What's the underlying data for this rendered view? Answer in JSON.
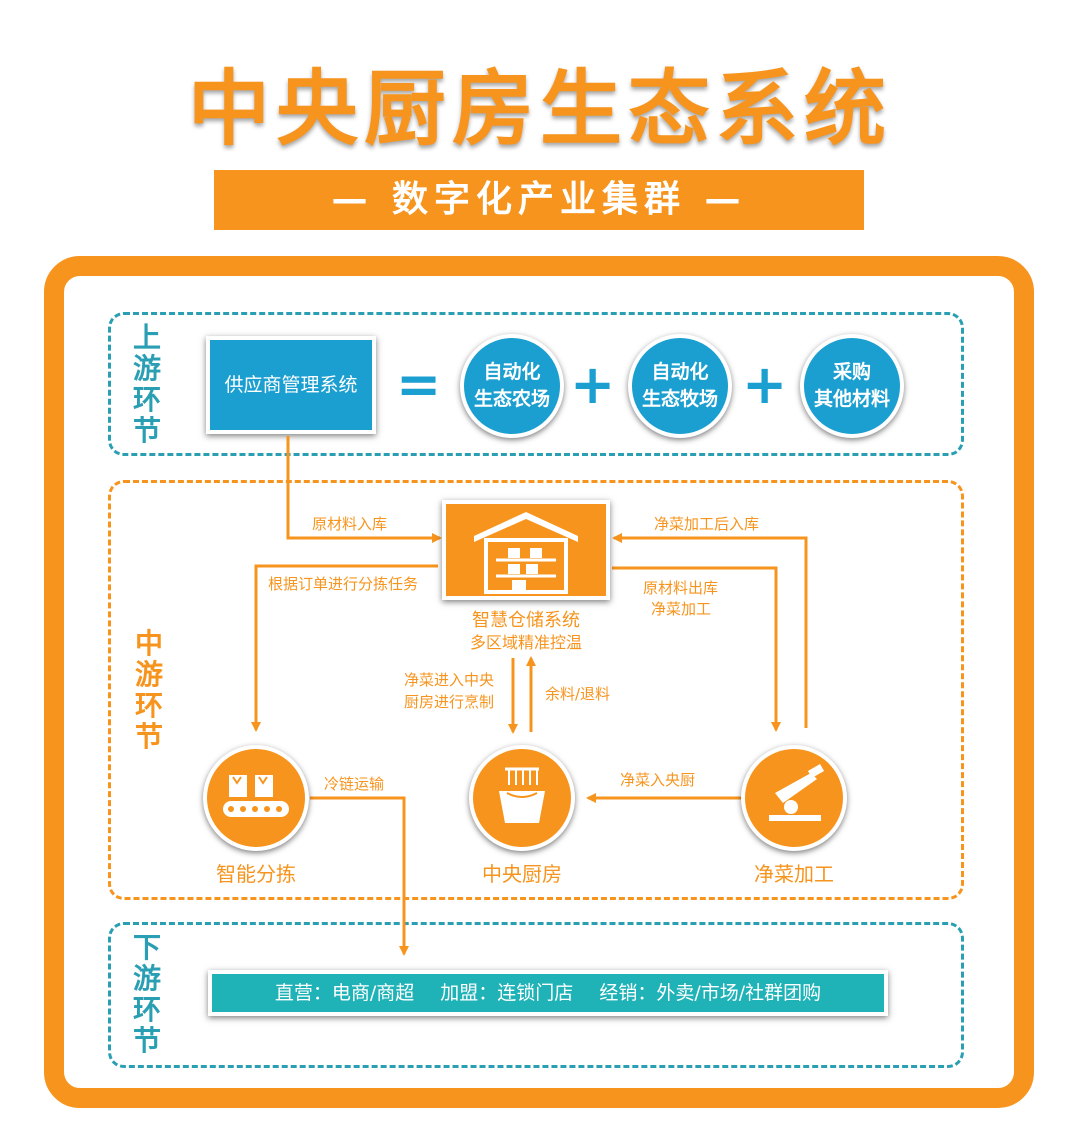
{
  "title": "中央厨房生态系统",
  "subtitle": "— 数字化产业集群 —",
  "sections": {
    "upstream": "上游环节",
    "midstream": "中游环节",
    "downstream": "下游环节"
  },
  "upstream": {
    "supplier_system": "供应商管理系统",
    "equals": "=",
    "plus": "+",
    "sources": [
      {
        "line1": "自动化",
        "line2": "生态农场"
      },
      {
        "line1": "自动化",
        "line2": "生态牧场"
      },
      {
        "line1": "采购",
        "line2": "其他材料"
      }
    ]
  },
  "midstream": {
    "warehouse": {
      "name": "智慧仓储系统",
      "desc": "多区域精准控温"
    },
    "sorting": "智能分拣",
    "central_kitchen": "中央厨房",
    "processing": "净菜加工",
    "flows": {
      "raw_in": "原材料入库",
      "sort_task": "根据订单进行分拣任务",
      "processed_in": "净菜加工后入库",
      "raw_out_1": "原材料出库",
      "raw_out_2": "净菜加工",
      "to_kitchen_1": "净菜进入中央",
      "to_kitchen_2": "厨房进行烹制",
      "leftover": "余料/退料",
      "to_central": "净菜入央厨",
      "cold_chain": "冷链运输"
    }
  },
  "downstream": {
    "direct": "直营：电商/商超",
    "franchise": "加盟：连锁门店",
    "distribution": "经销：外卖/市场/社群团购"
  },
  "colors": {
    "orange": "#f7941d",
    "blue": "#1b9fd0",
    "teal": "#1fb3b8",
    "teal_dash": "#2a9fb4"
  }
}
